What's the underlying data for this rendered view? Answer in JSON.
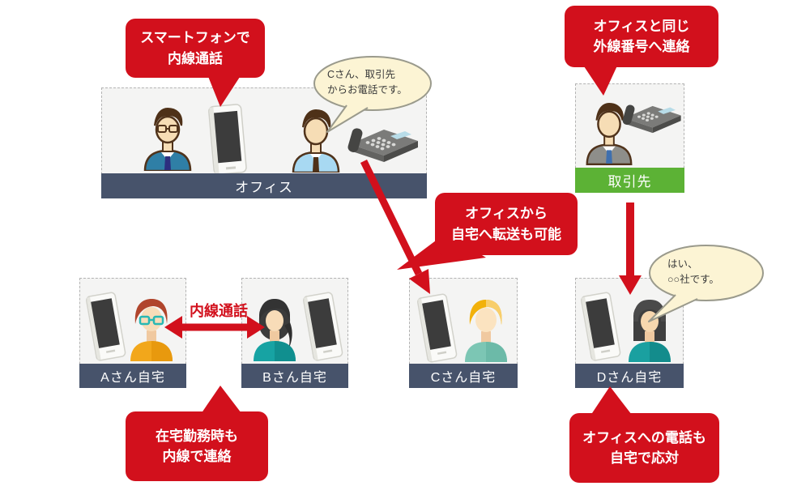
{
  "diagram": {
    "callouts": {
      "smartphone": {
        "line1": "スマートフォンで",
        "line2": "内線通話"
      },
      "external_number": {
        "line1": "オフィスと同じ",
        "line2": "外線番号へ連絡"
      },
      "transfer": {
        "line1": "オフィスから",
        "line2": "自宅へ転送も可能"
      },
      "remote_work": {
        "line1": "在宅勤務時も",
        "line2": "内線で連絡"
      },
      "answer_at_home": {
        "line1": "オフィスへの電話も",
        "line2": "自宅で応対"
      }
    },
    "speech_bubbles": {
      "office_reception": {
        "line1": "Cさん、取引先",
        "line2": "からお電話です。"
      },
      "home_d_answer": {
        "line1": "はい、",
        "line2": "○○社です。"
      }
    },
    "zones": {
      "office": "オフィス",
      "partner": "取引先",
      "home_a": "Aさん自宅",
      "home_b": "Bさん自宅",
      "home_c": "Cさん自宅",
      "home_d": "Dさん自宅"
    },
    "arrow_labels": {
      "extension_call": "内線通話"
    },
    "colors": {
      "callout_red": "#d2101c",
      "arrow_red": "#d2101c",
      "zone_label_slate": "#47536b",
      "partner_green": "#5cb235",
      "bubble_cream": "#fcf4d4",
      "zone_bg": "#f4f4f3"
    },
    "icons": {
      "smartphone": "smartphone-icon",
      "deskphone": "deskphone-icon",
      "office_worker_suit": "office-worker-suit-icon",
      "office_worker_shirt": "office-worker-shirt-icon",
      "partner_worker": "partner-worker-icon",
      "person_a": "person-a-icon",
      "person_b": "person-b-icon",
      "person_c": "person-c-icon",
      "person_d": "person-d-icon"
    }
  }
}
